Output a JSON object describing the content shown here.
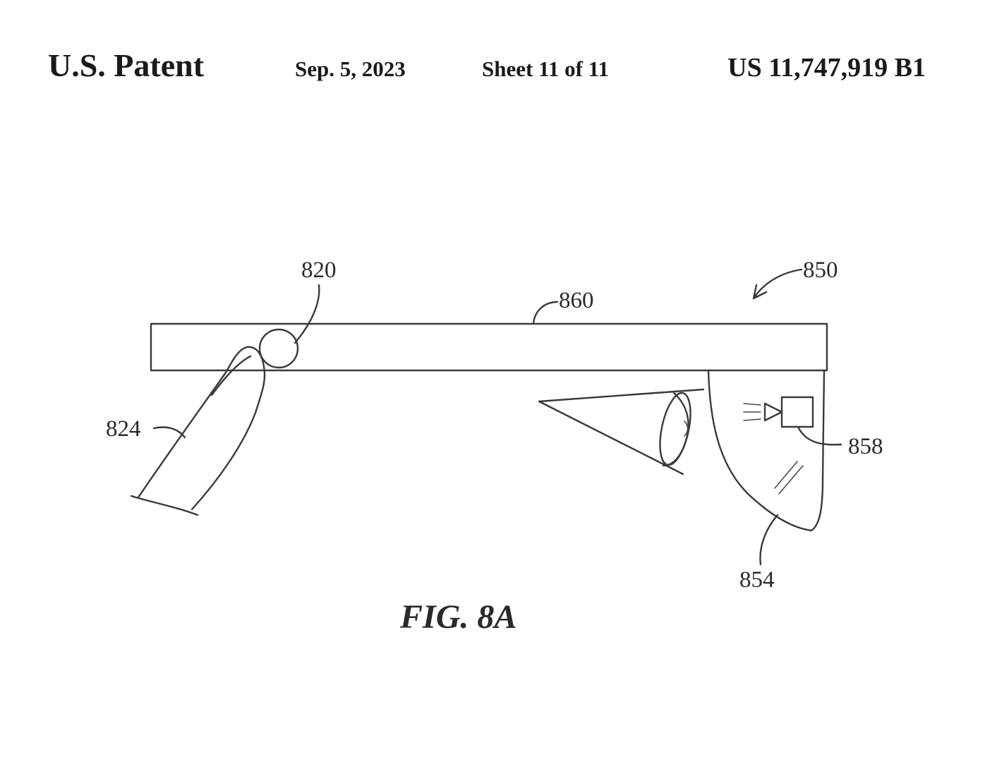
{
  "header": {
    "title": "U.S. Patent",
    "date": "Sep. 5, 2023",
    "sheet": "Sheet 11 of 11",
    "patent_number": "US 11,747,919 B1"
  },
  "figure": {
    "caption": "FIG. 8A",
    "reference_numerals": {
      "glasses_assembly": "850",
      "sensor": "820",
      "frame": "860",
      "finger": "824",
      "projector": "858",
      "lens": "854"
    }
  },
  "colors": {
    "ink": "#3a3a3a",
    "paper": "#ffffff"
  }
}
